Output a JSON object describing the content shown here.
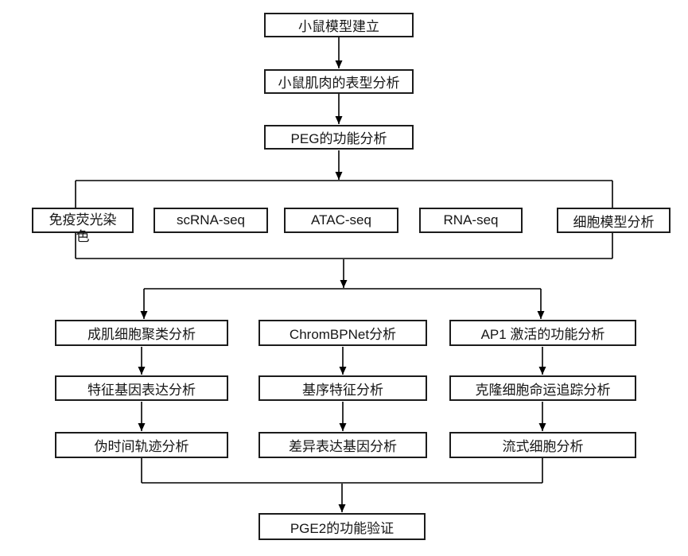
{
  "flow": {
    "top_chain": [
      "小鼠模型建立",
      "小鼠肌肉的表型分析",
      "PEG的功能分析"
    ],
    "methods_row": [
      "免疫荧光染色",
      "scRNA-seq",
      "ATAC-seq",
      "RNA-seq",
      "细胞模型分析"
    ],
    "analysis_columns": [
      {
        "steps": [
          "成肌细胞聚类分析",
          "特征基因表达分析",
          "伪时间轨迹分析"
        ]
      },
      {
        "steps": [
          "ChromBPNet分析",
          "基序特征分析",
          "差异表达基因分析"
        ]
      },
      {
        "steps": [
          "AP1 激活的功能分析",
          "克隆细胞命运追踪分析",
          "流式细胞分析"
        ]
      }
    ],
    "final_node": "PGE2的功能验证"
  },
  "colors": {
    "line": "#000000",
    "box_border": "#1c1c1c",
    "box_fill": "#ffffff",
    "canvas_bg": "#ffffff"
  }
}
